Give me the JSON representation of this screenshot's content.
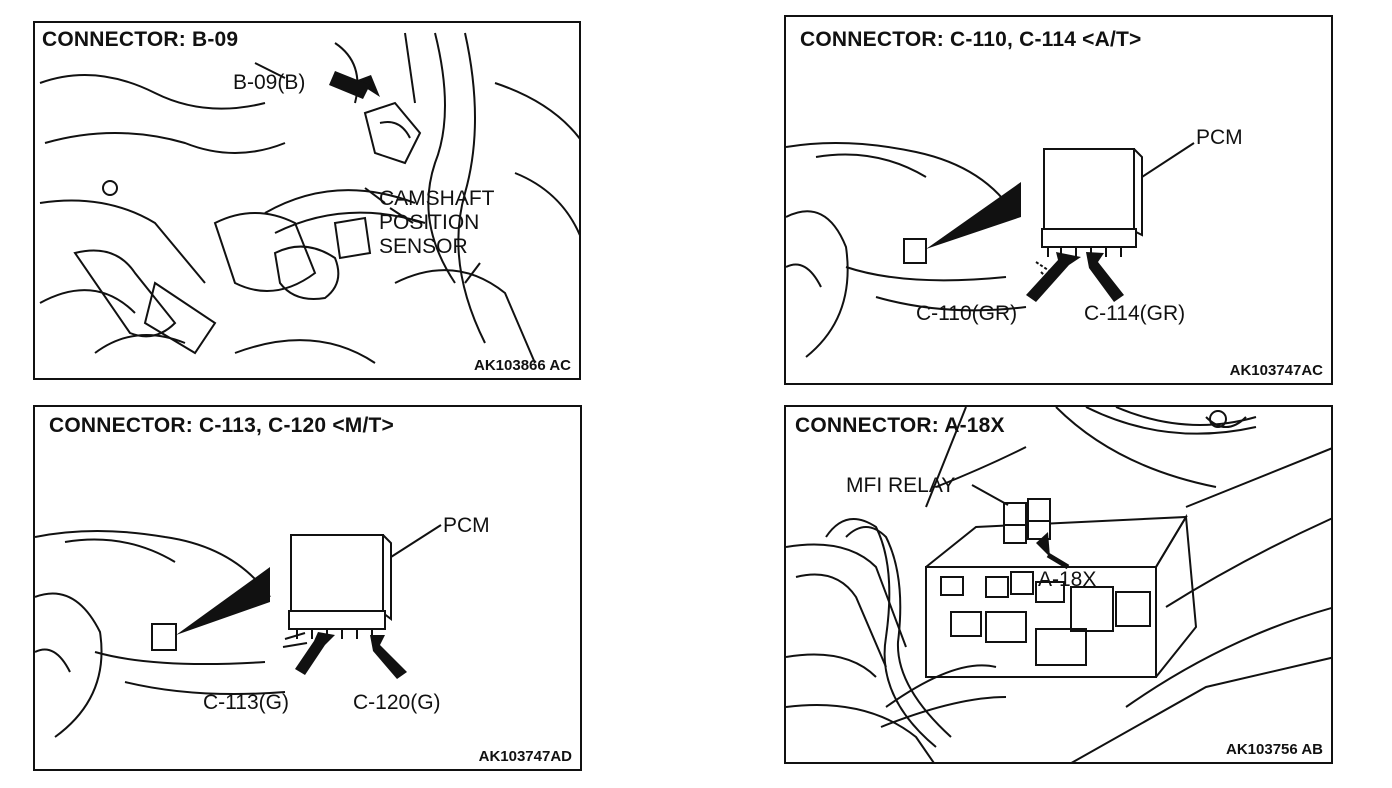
{
  "panels": [
    {
      "title": "CONNECTOR: B-09",
      "labels": [
        "B-09(B)",
        "CAMSHAFT",
        "POSITION",
        "SENSOR"
      ],
      "code": "AK103866 AC"
    },
    {
      "title": "CONNECTOR: C-110, C-114 <A/T>",
      "labels": [
        "PCM",
        "C-110(GR)",
        "C-114(GR)"
      ],
      "code": "AK103747AC"
    },
    {
      "title": "CONNECTOR: C-113, C-120 <M/T>",
      "labels": [
        "PCM",
        "C-113(G)",
        "C-120(G)"
      ],
      "code": "AK103747AD"
    },
    {
      "title": "CONNECTOR: A-18X",
      "labels": [
        "MFI RELAY",
        "A-18X"
      ],
      "code": "AK103756 AB"
    }
  ]
}
